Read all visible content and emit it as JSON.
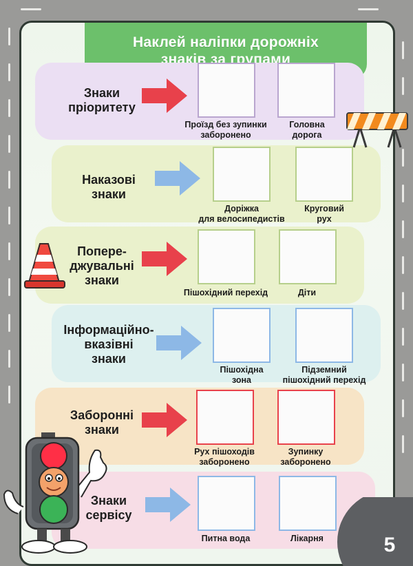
{
  "title": {
    "line1": "Наклей наліпки дорожніх",
    "line2": "знаків за групами"
  },
  "colors": {
    "title_green": "#6cc06b",
    "band_purple": "#ebdff3",
    "band_green": "#eaf1cc",
    "band_blue": "#ddf0ef",
    "band_orange": "#f7e4c6",
    "band_pink": "#f7dde6",
    "arrow_red": "#e8414b",
    "arrow_blue": "#8db8e6",
    "frame_purple": "#b9a5cf",
    "frame_green": "#b6cf8b",
    "frame_red": "#e8414b",
    "frame_blue": "#8db8e6"
  },
  "groups": [
    {
      "label_lines": [
        "Знаки",
        "пріоритету"
      ],
      "slots": [
        {
          "caption": [
            "Проїзд без зупинки",
            "заборонено"
          ]
        },
        {
          "caption": [
            "Головна",
            "дорога"
          ]
        }
      ]
    },
    {
      "label_lines": [
        "Наказові",
        "знаки"
      ],
      "slots": [
        {
          "caption": [
            "Доріжка",
            "для велосипедистів"
          ]
        },
        {
          "caption": [
            "Круговий",
            "рух"
          ]
        }
      ]
    },
    {
      "label_lines": [
        "Попере-",
        "джувальні",
        "знаки"
      ],
      "slots": [
        {
          "caption": [
            "Пішохідний перехід"
          ]
        },
        {
          "caption": [
            "Діти"
          ]
        }
      ]
    },
    {
      "label_lines": [
        "Інформаційно-",
        "вказівні",
        "знаки"
      ],
      "slots": [
        {
          "caption": [
            "Пішохідна",
            "зона"
          ]
        },
        {
          "caption": [
            "Підземний",
            "пішохідний перехід"
          ]
        }
      ]
    },
    {
      "label_lines": [
        "Заборонні",
        "знаки"
      ],
      "slots": [
        {
          "caption": [
            "Рух пішоходів",
            "заборонено"
          ]
        },
        {
          "caption": [
            "Зупинку",
            "заборонено"
          ]
        }
      ]
    },
    {
      "label_lines": [
        "Знаки",
        "сервісу"
      ],
      "slots": [
        {
          "caption": [
            "Питна вода"
          ]
        },
        {
          "caption": [
            "Лікарня"
          ]
        }
      ]
    }
  ],
  "page_number": "5",
  "icons": [
    "barrier-icon",
    "traffic-cone-icon",
    "traffic-light-mascot-icon",
    "arrow-right-icon"
  ]
}
